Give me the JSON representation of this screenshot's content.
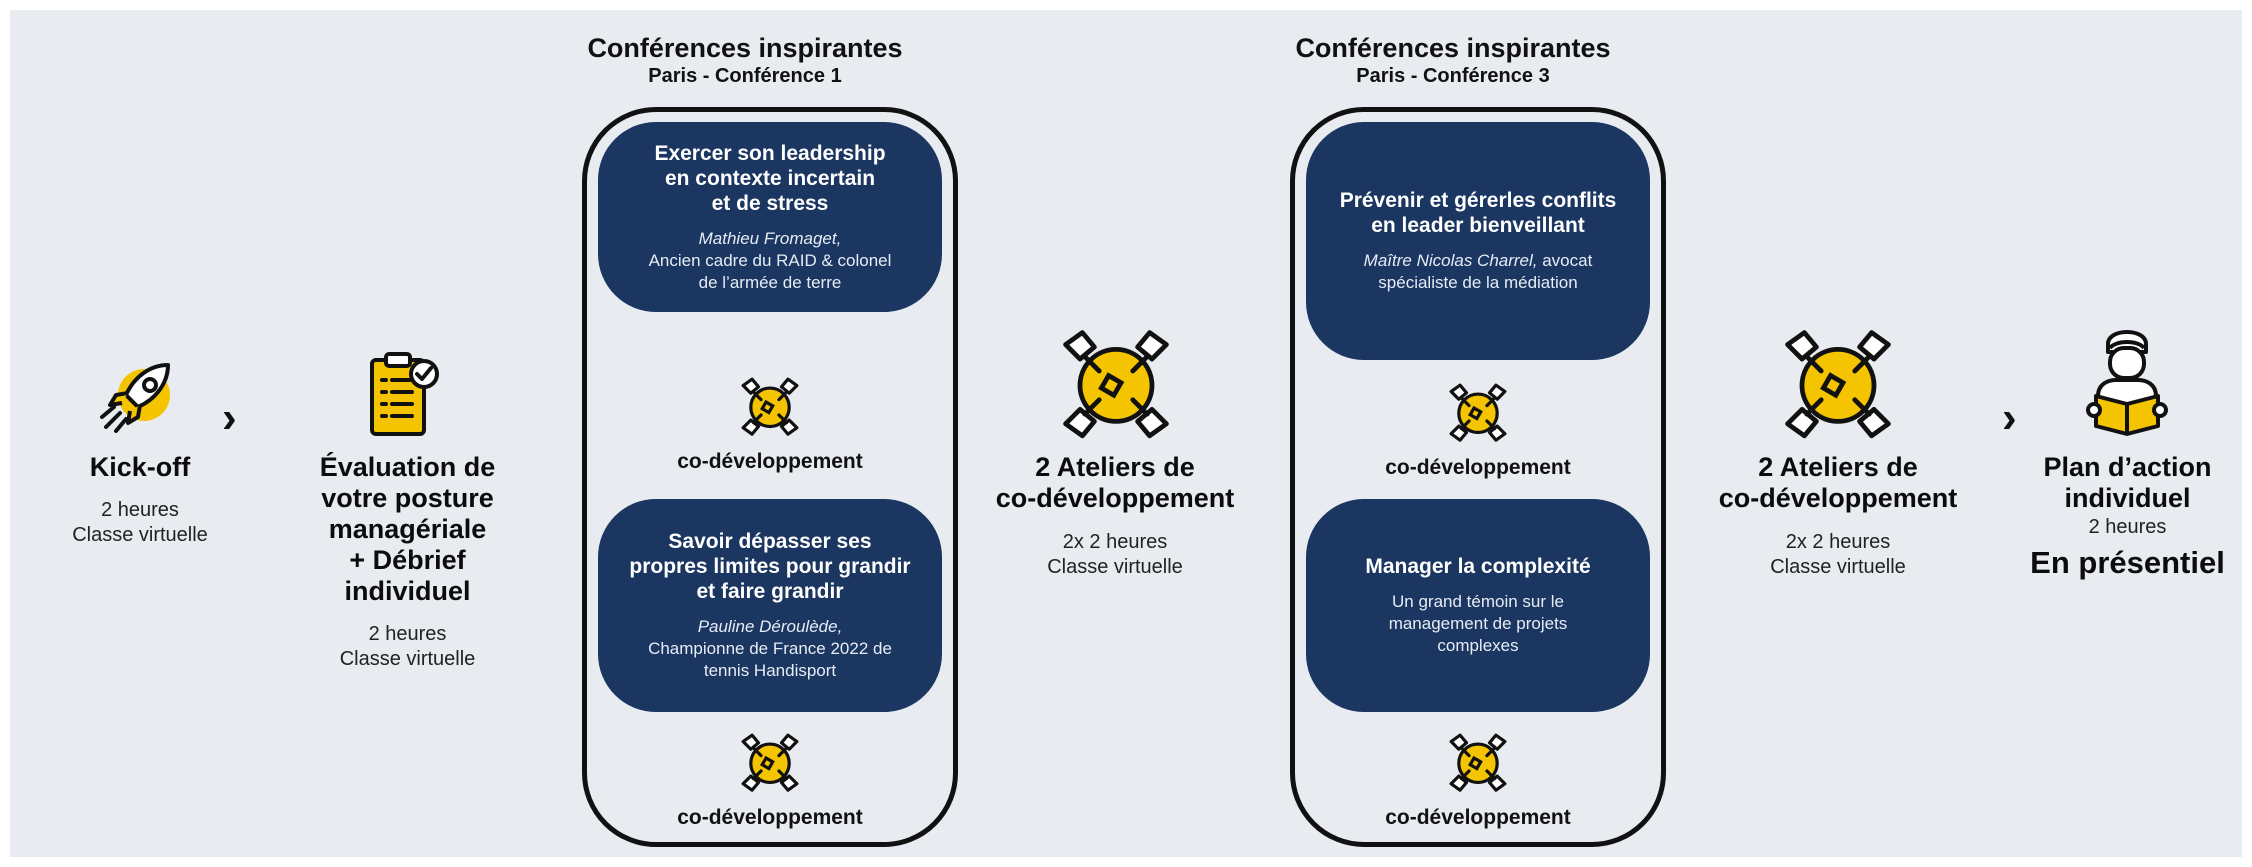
{
  "colors": {
    "accent_yellow": "#f5c400",
    "card_navy": "#1b3660",
    "background": "#e8ebf0"
  },
  "steps": {
    "kickoff": {
      "icon": "rocket-icon",
      "title": "Kick-off",
      "duration": "2 heures",
      "mode": "Classe virtuelle"
    },
    "evaluation": {
      "icon": "clipboard-checklist-icon",
      "title": "Évaluation de\nvotre posture\nmanagériale\n+ Débrief\nindividuel",
      "duration": "2 heures",
      "mode": "Classe virtuelle"
    },
    "ateliers1": {
      "icon": "codev-network-icon",
      "title": "2 Ateliers de\nco-développement",
      "duration": "2x 2 heures",
      "mode": "Classe virtuelle"
    },
    "ateliers2": {
      "icon": "codev-network-icon",
      "title": "2 Ateliers de\nco-développement",
      "duration": "2x 2 heures",
      "mode": "Classe virtuelle"
    },
    "plan": {
      "icon": "person-reading-icon",
      "title": "Plan d’action\nindividuel",
      "duration": "2 heures",
      "mode": "En présentiel"
    }
  },
  "conf1": {
    "heading": "Conférences inspirantes",
    "subheading": "Paris - Conférence 1",
    "card1": {
      "title": "Exercer son leadership\nen contexte incertain\net de stress",
      "speaker": "Mathieu Fromaget,",
      "desc": "Ancien cadre du RAID & colonel\nde l’armée de terre"
    },
    "codev1": "co-développement",
    "card2": {
      "title": "Savoir dépasser ses\npropres limites pour grandir\net faire grandir",
      "speaker": "Pauline Déroulède,",
      "desc": "Championne de France 2022 de\ntennis Handisport"
    },
    "codev2": "co-développement"
  },
  "conf3": {
    "heading": "Conférences inspirantes",
    "subheading": "Paris - Conférence 3",
    "card1": {
      "title": "Prévenir et gérerles conflits\nen leader bienveillant",
      "speaker": "Maître Nicolas Charrel,",
      "desc": " avocat\nspécialiste de la médiation"
    },
    "codev1": "co-développement",
    "card2": {
      "title": "Manager la complexité",
      "desc": "Un grand témoin sur le\nmanagement de projets\ncomplexes"
    },
    "codev2": "co-développement"
  },
  "arrows": {
    "symbol": "›"
  }
}
